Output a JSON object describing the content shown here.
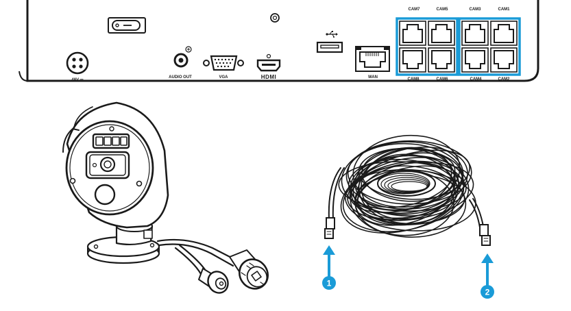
{
  "nvr": {
    "power_label": "48V ⎓",
    "audio_label": "AUDIO OUT",
    "vga_label": "VGA",
    "hdmi_label": "HDMI",
    "wan_label": "WAN",
    "ports": [
      {
        "label": "CAM7",
        "pos": "top"
      },
      {
        "label": "CAM5",
        "pos": "top"
      },
      {
        "label": "CAM3",
        "pos": "top"
      },
      {
        "label": "CAM1",
        "pos": "top"
      },
      {
        "label": "CAM8",
        "pos": "bottom"
      },
      {
        "label": "CAM6",
        "pos": "bottom"
      },
      {
        "label": "CAM4",
        "pos": "bottom"
      },
      {
        "label": "CAM2",
        "pos": "bottom"
      }
    ]
  },
  "callouts": [
    {
      "number": "1"
    },
    {
      "number": "2"
    }
  ],
  "colors": {
    "accent": "#1a9bd7",
    "line": "#1a1a1a"
  }
}
